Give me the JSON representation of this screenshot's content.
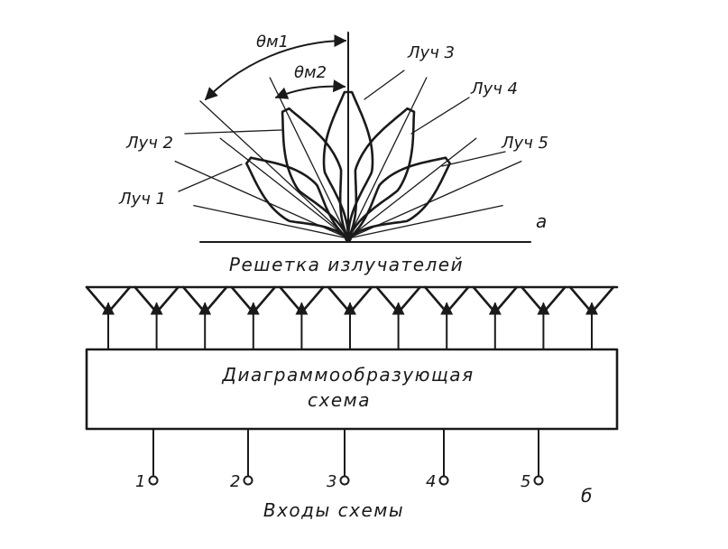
{
  "beams": {
    "angle1": "θм1",
    "angle2": "θм2",
    "labels": [
      "Луч 1",
      "Луч 2",
      "Луч 3",
      "Луч 4",
      "Луч 5"
    ],
    "part_a": "а"
  },
  "array_label": "Решетка излучателей",
  "bfn": {
    "line1": "Диаграммообразующая",
    "line2": "схема"
  },
  "inputs": {
    "numbers": [
      "1",
      "2",
      "3",
      "4",
      "5"
    ],
    "label": "Входы схемы",
    "part_b": "б"
  },
  "colors": {
    "ink": "#1a1a1a",
    "paper": "#ffffff"
  }
}
